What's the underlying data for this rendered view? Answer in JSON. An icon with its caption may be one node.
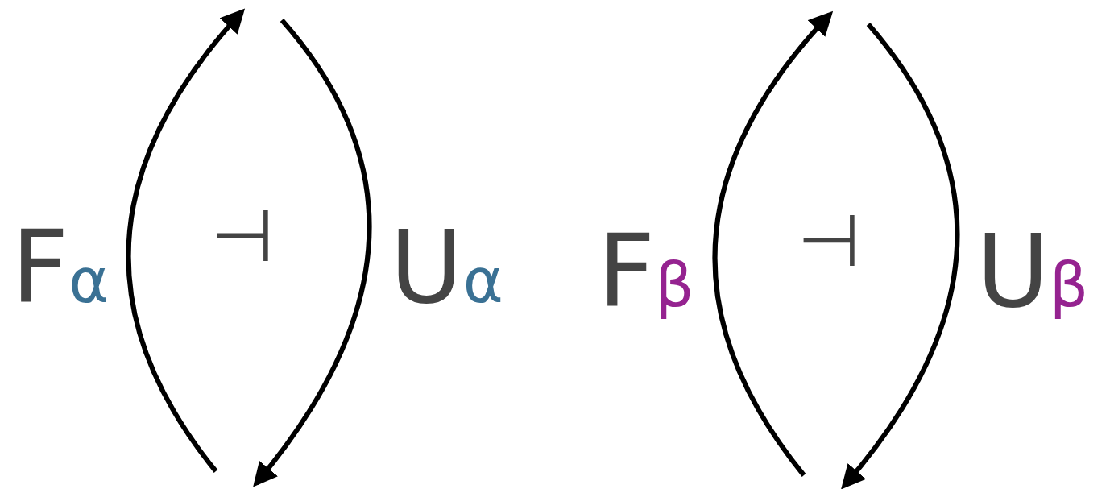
{
  "diagram": {
    "labels": [
      "F$_{α}$",
      "⊣",
      "U$_{α}$",
      "F$_{β}$",
      "⊣",
      "U$_{β}$"
    ]
  }
}
